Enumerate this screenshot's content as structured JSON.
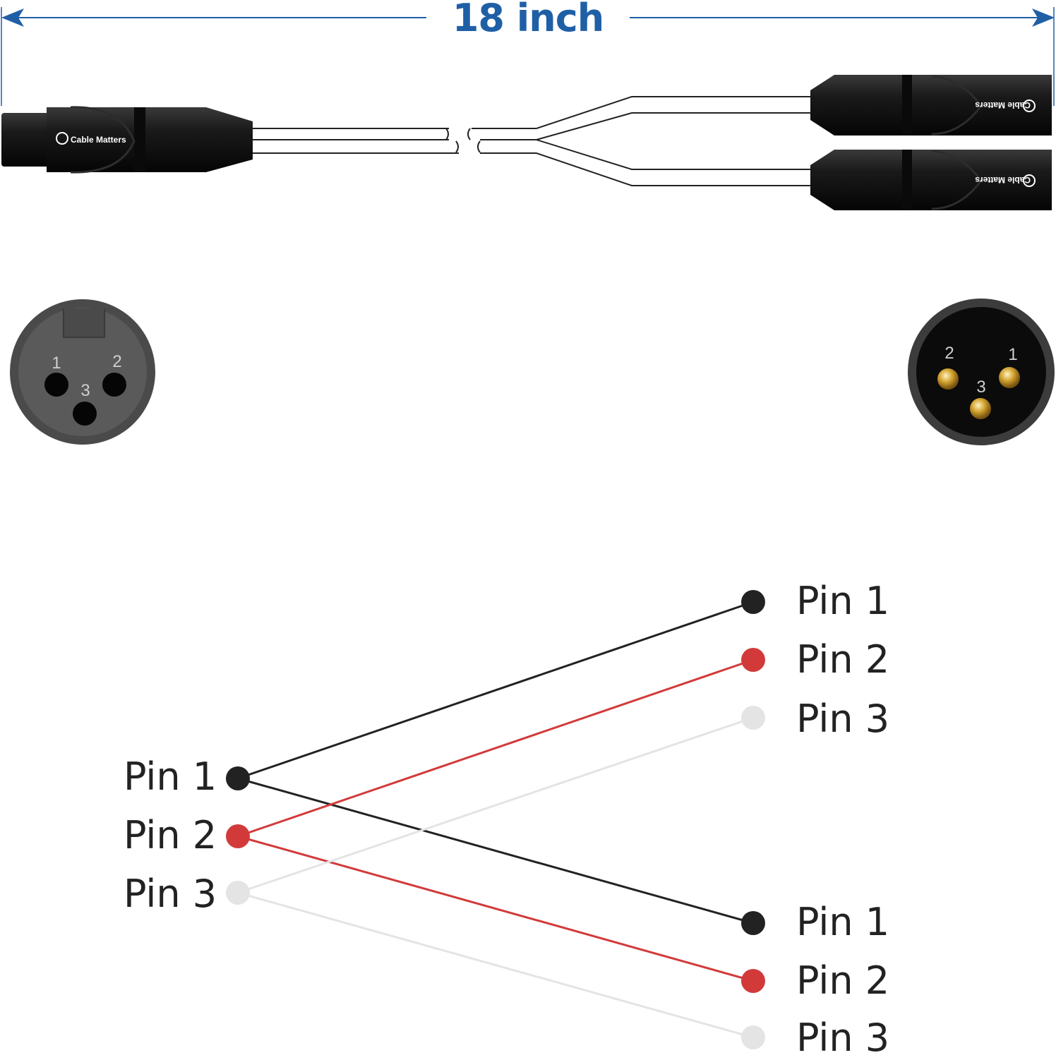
{
  "length_label": "18 inch",
  "brand": "Cable Matters",
  "colors": {
    "accent": "#1f5fa6",
    "pin1": "#222222",
    "pin2": "#d23a3a",
    "pin3": "#e4e4e4",
    "connector_body": "#111111",
    "face_female": "#555555",
    "face_male_rim": "#3a3a3a",
    "gold_pin": "#d4a531"
  },
  "female_face": {
    "pins": [
      "1",
      "2",
      "3"
    ]
  },
  "male_face": {
    "pins": [
      "2",
      "1",
      "3"
    ]
  },
  "wiring": {
    "left": [
      "Pin 1",
      "Pin 2",
      "Pin 3"
    ],
    "right_top": [
      "Pin 1",
      "Pin 2",
      "Pin 3"
    ],
    "right_bottom": [
      "Pin 1",
      "Pin 2",
      "Pin 3"
    ]
  }
}
